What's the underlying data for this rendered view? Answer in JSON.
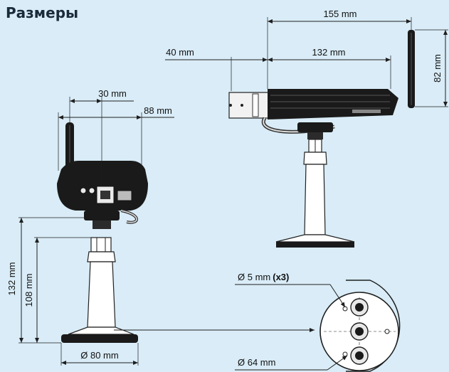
{
  "title": "Размеры",
  "dimensions": {
    "side_width": "155 mm",
    "side_front": "40 mm",
    "side_body": "132 mm",
    "antenna_height": "82 mm",
    "back_offset": "30 mm",
    "back_width": "88 mm",
    "total_height": "132 mm",
    "stand_height": "108 mm",
    "base_diameter": "Ø 80 mm",
    "hole_diameter": "Ø 5 mm",
    "hole_count": "(x3)",
    "bolt_circle": "Ø 64 mm"
  },
  "colors": {
    "background": "#d9ecf7",
    "device": "#1a1a1a",
    "stand": "#ffffff",
    "lines": "#1f1f1f"
  }
}
